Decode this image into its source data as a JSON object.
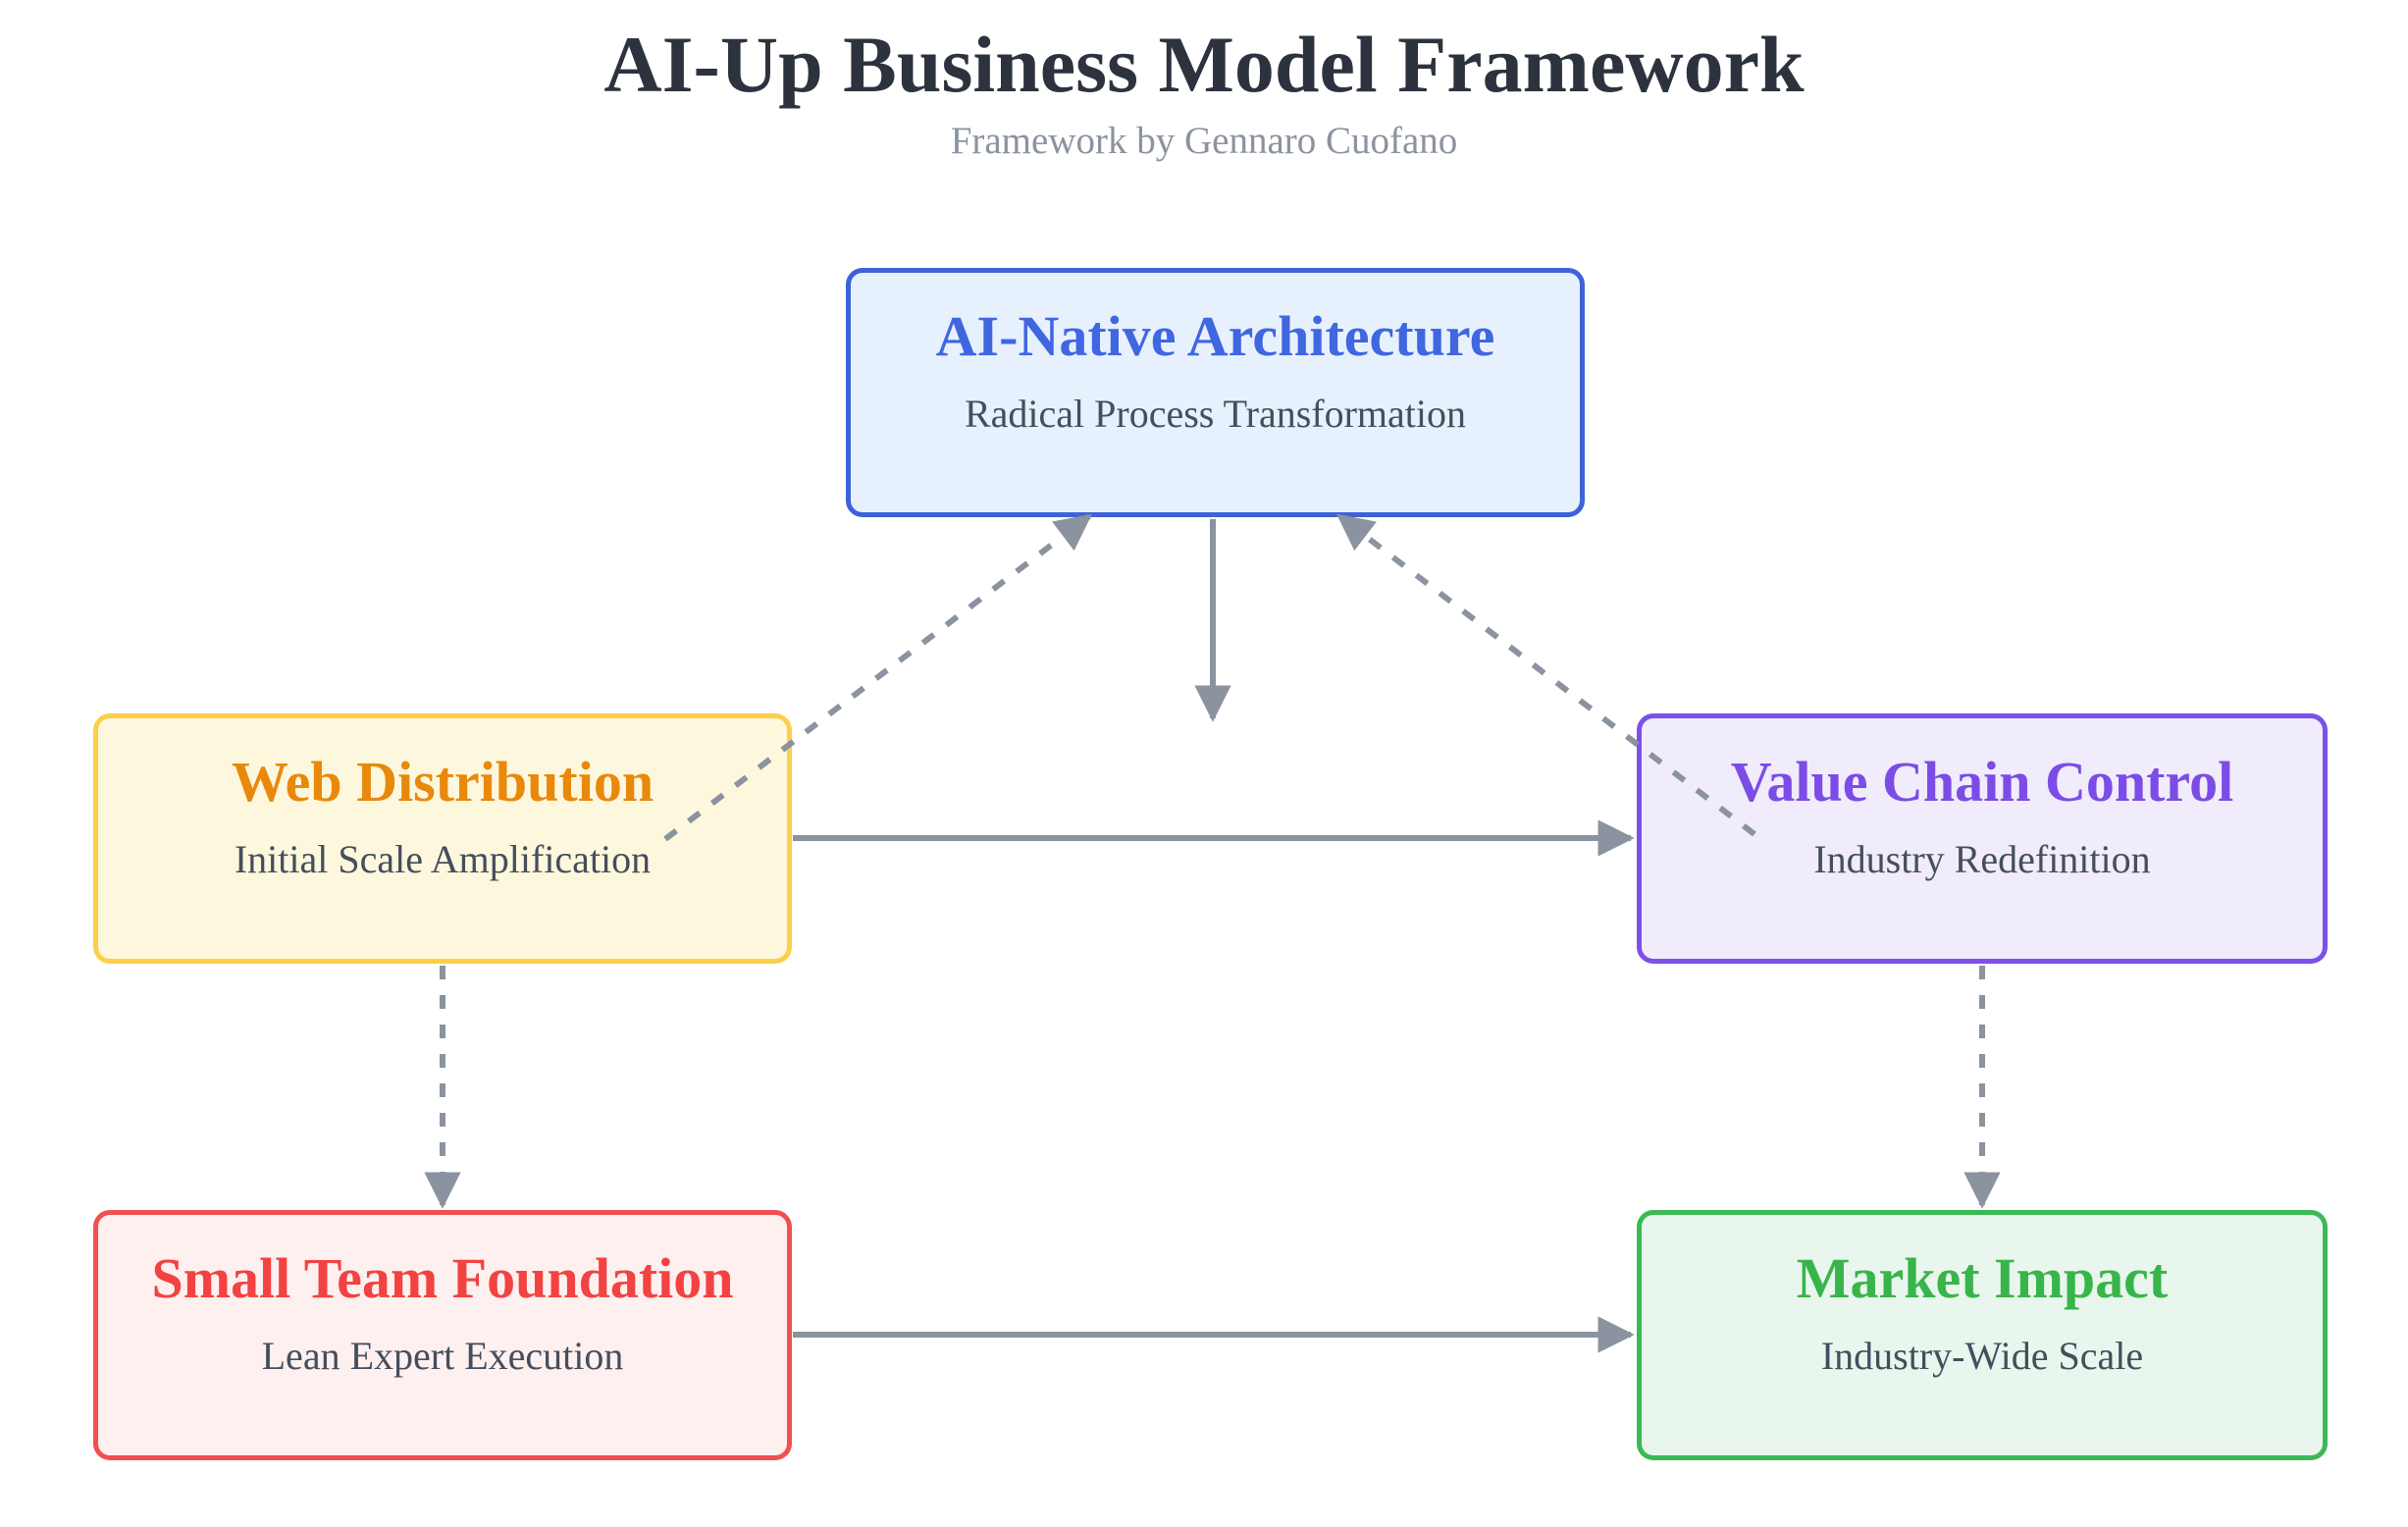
{
  "header": {
    "title": "AI-Up Business Model Framework",
    "subtitle": "Framework by Gennaro Cuofano"
  },
  "diagram": {
    "background_color": "#ffffff",
    "title_color": "#2d333e",
    "subtitle_color": "#8b939e",
    "node_subtitle_color": "#454e5c",
    "arrow_color": "#8a939f",
    "nodes": [
      {
        "id": "ai-native-architecture",
        "title": "AI-Native Architecture",
        "subtitle": "Radical Process Transformation",
        "border_color": "#3d62d9",
        "fill_color": "#e7f1fd",
        "title_color": "#4066e0"
      },
      {
        "id": "web-distribution",
        "title": "Web Distribution",
        "subtitle": "Initial Scale Amplification",
        "border_color": "#fccf4a",
        "fill_color": "#fdf8dd",
        "title_color": "#e8890c"
      },
      {
        "id": "value-chain-control",
        "title": "Value Chain Control",
        "subtitle": "Industry Redefinition",
        "border_color": "#7d50e8",
        "fill_color": "#f0ecfc",
        "title_color": "#7c4ce6"
      },
      {
        "id": "small-team-foundation",
        "title": "Small Team Foundation",
        "subtitle": "Lean Expert Execution",
        "border_color": "#f15050",
        "fill_color": "#fdf0ef",
        "title_color": "#f24242"
      },
      {
        "id": "market-impact",
        "title": "Market Impact",
        "subtitle": "Industry-Wide Scale",
        "border_color": "#3db954",
        "fill_color": "#e9f6ed",
        "title_color": "#38b54a"
      }
    ],
    "edges": [
      {
        "id": "web-to-ai",
        "from": "web-distribution",
        "to": "ai-native-architecture",
        "style": "dashed"
      },
      {
        "id": "value-to-ai",
        "from": "value-chain-control",
        "to": "ai-native-architecture",
        "style": "dashed"
      },
      {
        "id": "ai-down",
        "from": "ai-native-architecture",
        "to": "",
        "style": "solid"
      },
      {
        "id": "web-to-value",
        "from": "web-distribution",
        "to": "value-chain-control",
        "style": "solid"
      },
      {
        "id": "web-to-team",
        "from": "web-distribution",
        "to": "small-team-foundation",
        "style": "dashed"
      },
      {
        "id": "value-to-market",
        "from": "value-chain-control",
        "to": "market-impact",
        "style": "dashed"
      },
      {
        "id": "team-to-market",
        "from": "small-team-foundation",
        "to": "market-impact",
        "style": "solid"
      }
    ]
  }
}
